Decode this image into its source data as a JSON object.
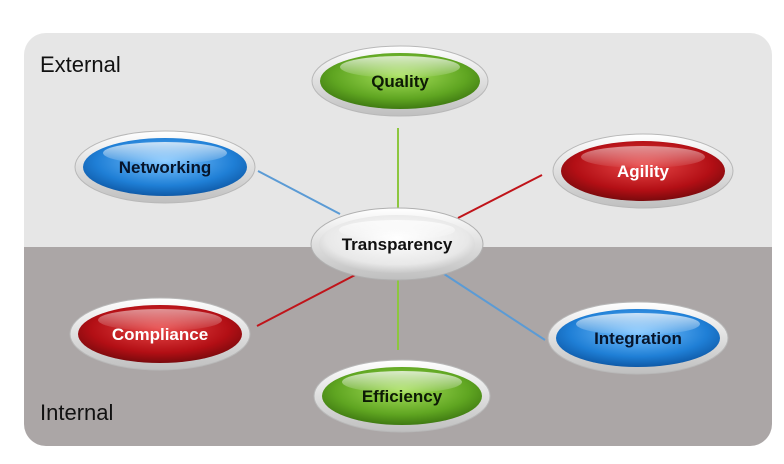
{
  "zones": {
    "external": "External",
    "internal": "Internal"
  },
  "nodes": {
    "center": "Transparency",
    "quality": "Quality",
    "networking": "Networking",
    "agility": "Agility",
    "compliance": "Compliance",
    "integration": "Integration",
    "efficiency": "Efficiency"
  },
  "colors": {
    "external_bg": "#e6e6e6",
    "internal_bg": "#aba6a6",
    "green": "#6bb42a",
    "blue": "#2f8fe0",
    "red": "#c0141a",
    "white": "#f2f2f2"
  }
}
